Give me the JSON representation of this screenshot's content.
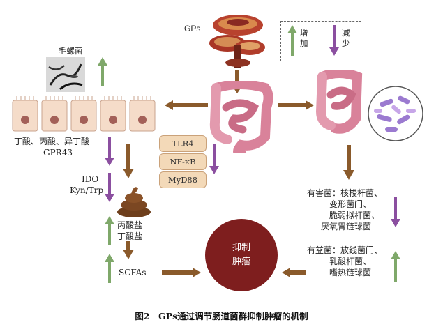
{
  "figure": {
    "caption": "图2　GPs通过调节肠道菌群抑制肿瘤的机制",
    "gps_label": "GPs",
    "legend": {
      "increase": "增加",
      "decrease": "减少"
    },
    "helicobacter": "毛螺菌",
    "cells_text_line1": "丁酸、丙酸、异丁酸",
    "cells_text_line2": "GPR43",
    "ido": "IDO",
    "kyn_trp": "Kyn/Trp",
    "salt_line1": "丙酸盐",
    "salt_line2": "丁酸盐",
    "scfas": "SCFAs",
    "receptors": [
      "TLR4",
      "NF-κB",
      "MyD88"
    ],
    "tumor_line1": "抑制",
    "tumor_line2": "肿瘤",
    "harmful": [
      "有害菌：核梭杆菌、",
      "变形菌门、",
      "脆弱拟杆菌、",
      "厌氧胃链球菌"
    ],
    "beneficial": [
      "有益菌：放线菌门、",
      "乳酸杆菌、",
      "嗜热链球菌"
    ],
    "colors": {
      "up": "#7fa86a",
      "down": "#8b4fa0",
      "flow": "#8a5a2b",
      "tumor": "#7e1e1e"
    }
  }
}
